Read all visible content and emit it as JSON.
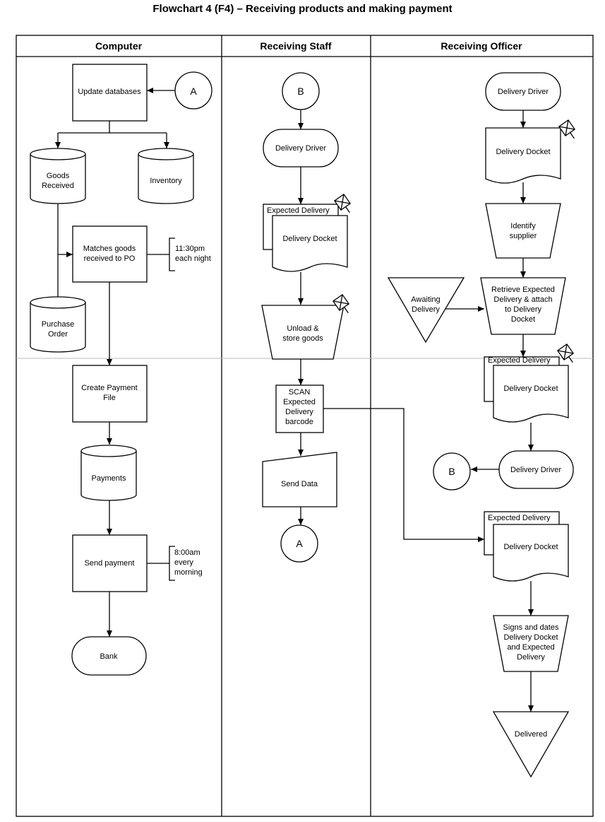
{
  "title": "Flowchart 4 (F4) – Receiving products and making payment",
  "lanes": {
    "computer": "Computer",
    "staff": "Receiving Staff",
    "officer": "Receiving Officer"
  },
  "computer": {
    "update_db": "Update databases",
    "connector_a": "A",
    "goods_received": [
      "Goods",
      "Received"
    ],
    "inventory": "Inventory",
    "matches": [
      "Matches goods",
      "received to PO"
    ],
    "matches_note": [
      "11:30pm",
      "each night"
    ],
    "purchase_order": [
      "Purchase",
      "Order"
    ],
    "create_payment": [
      "Create Payment",
      "File"
    ],
    "payments": "Payments",
    "send_payment": "Send payment",
    "send_note": [
      "8:00am",
      "every",
      "morning"
    ],
    "bank": "Bank"
  },
  "staff": {
    "connector_b": "B",
    "delivery_driver": "Delivery Driver",
    "expected_delivery": "Expected Delivery",
    "delivery_docket": "Delivery Docket",
    "unload": [
      "Unload &",
      "store goods"
    ],
    "scan": [
      "SCAN",
      "Expected",
      "Delivery",
      "barcode"
    ],
    "send_data": "Send Data",
    "connector_a": "A"
  },
  "officer": {
    "delivery_driver": "Delivery Driver",
    "delivery_docket": "Delivery Docket",
    "identify": [
      "Identify",
      "supplier"
    ],
    "awaiting": [
      "Awaiting",
      "Delivery"
    ],
    "retrieve": [
      "Retrieve Expected",
      "Delivery & attach",
      "to Delivery",
      "Docket"
    ],
    "expected_delivery": "Expected Delivery",
    "delivery_docket_2": "Delivery Docket",
    "connector_b": "B",
    "delivery_driver_2": "Delivery Driver",
    "expected_delivery_3": "Expected Delivery",
    "delivery_docket_3": "Delivery Docket",
    "signs": [
      "Signs and dates",
      "Delivery Docket",
      "and Expected",
      "Delivery"
    ],
    "delivered": "Delivered"
  }
}
